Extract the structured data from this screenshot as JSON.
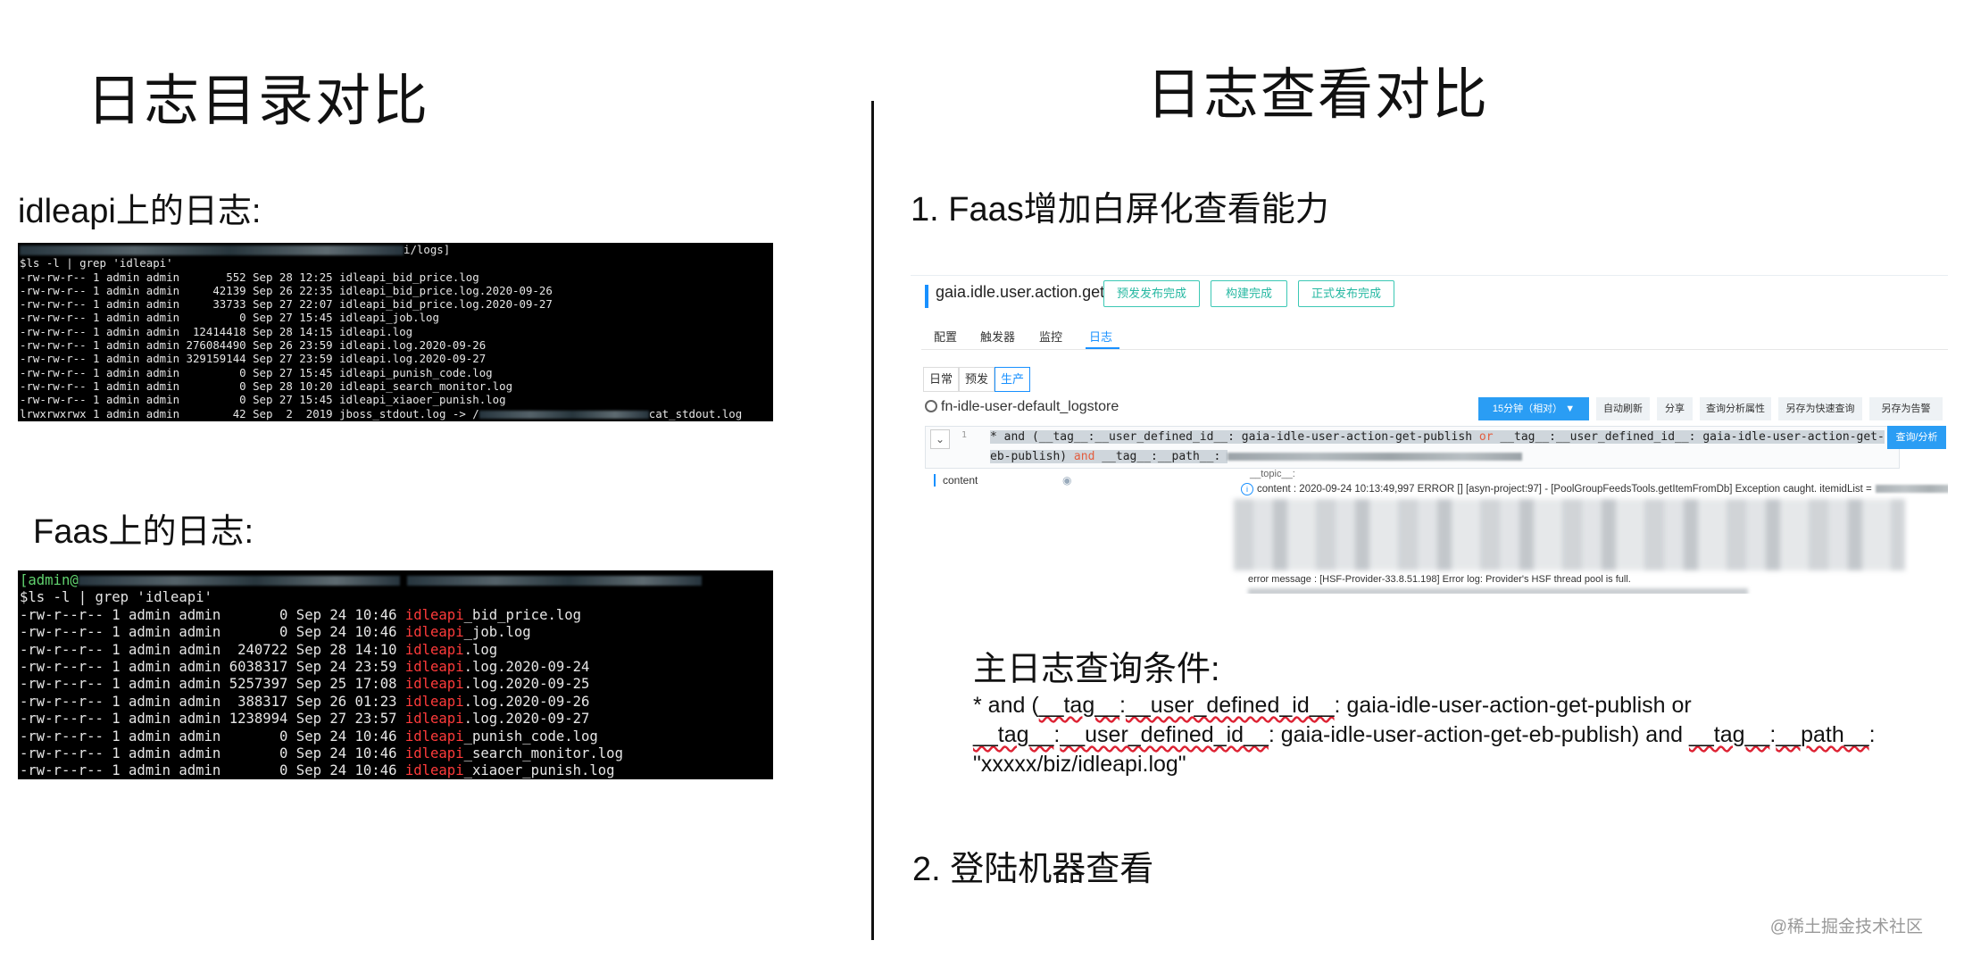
{
  "left": {
    "title": "日志目录对比",
    "idleapi_heading": "idleapi上的日志:",
    "faas_heading": "Faas上的日志:",
    "terminal1": {
      "path_tail": "i/logs]",
      "command": "$ls -l | grep 'idleapi'",
      "rows": [
        "-rw-rw-r-- 1 admin admin       552 Sep 28 12:25 idleapi_bid_price.log",
        "-rw-rw-r-- 1 admin admin     42139 Sep 26 22:35 idleapi_bid_price.log.2020-09-26",
        "-rw-rw-r-- 1 admin admin     33733 Sep 27 22:07 idleapi_bid_price.log.2020-09-27",
        "-rw-rw-r-- 1 admin admin         0 Sep 27 15:45 idleapi_job.log",
        "-rw-rw-r-- 1 admin admin  12414418 Sep 28 14:15 idleapi.log",
        "-rw-rw-r-- 1 admin admin 276084490 Sep 26 23:59 idleapi.log.2020-09-26",
        "-rw-rw-r-- 1 admin admin 329159144 Sep 27 23:59 idleapi.log.2020-09-27",
        "-rw-rw-r-- 1 admin admin         0 Sep 27 15:45 idleapi_punish_code.log",
        "-rw-rw-r-- 1 admin admin         0 Sep 28 10:20 idleapi_search_monitor.log",
        "-rw-rw-r-- 1 admin admin         0 Sep 27 15:45 idleapi_xiaoer_punish.log"
      ],
      "symlink_prefix": "lrwxrwxrwx 1 admin admin        42 Sep  2  2019 jboss_stdout.log -> /",
      "symlink_tail": "cat_stdout.log"
    },
    "terminal2": {
      "prompt_user": "[admin@",
      "command": "$ls -l | grep 'idleapi'",
      "rows": [
        {
          "meta": "-rw-r--r-- 1 admin admin       0 Sep 24 10:46 ",
          "name": "idleapi",
          "rest": "_bid_price.log"
        },
        {
          "meta": "-rw-r--r-- 1 admin admin       0 Sep 24 10:46 ",
          "name": "idleapi",
          "rest": "_job.log"
        },
        {
          "meta": "-rw-r--r-- 1 admin admin  240722 Sep 28 14:10 ",
          "name": "idleapi",
          "rest": ".log"
        },
        {
          "meta": "-rw-r--r-- 1 admin admin 6038317 Sep 24 23:59 ",
          "name": "idleapi",
          "rest": ".log.2020-09-24"
        },
        {
          "meta": "-rw-r--r-- 1 admin admin 5257397 Sep 25 17:08 ",
          "name": "idleapi",
          "rest": ".log.2020-09-25"
        },
        {
          "meta": "-rw-r--r-- 1 admin admin  388317 Sep 26 01:23 ",
          "name": "idleapi",
          "rest": ".log.2020-09-26"
        },
        {
          "meta": "-rw-r--r-- 1 admin admin 1238994 Sep 27 23:57 ",
          "name": "idleapi",
          "rest": ".log.2020-09-27"
        },
        {
          "meta": "-rw-r--r-- 1 admin admin       0 Sep 24 10:46 ",
          "name": "idleapi",
          "rest": "_punish_code.log"
        },
        {
          "meta": "-rw-r--r-- 1 admin admin       0 Sep 24 10:46 ",
          "name": "idleapi",
          "rest": "_search_monitor.log"
        },
        {
          "meta": "-rw-r--r-- 1 admin admin       0 Sep 24 10:46 ",
          "name": "idleapi",
          "rest": "_xiaoer_punish.log"
        }
      ]
    }
  },
  "right": {
    "title": "日志查看对比",
    "item1": "1. Faas增加白屏化查看能力",
    "console": {
      "title": "gaia.idle.user.action.get",
      "buttons": [
        "预发发布完成",
        "构建完成",
        "正式发布完成"
      ],
      "tabs": [
        "配置",
        "触发器",
        "监控",
        "日志"
      ],
      "env_tabs": [
        "日常",
        "预发",
        "生产"
      ],
      "logstore": "fn-idle-user-default_logstore",
      "time_range": "15分钟（相对）",
      "toolbar": [
        "自动刷新",
        "分享",
        "查询分析属性",
        "另存为快速查询",
        "另存为告警"
      ],
      "run_button": "查询/分析",
      "line_no": "1",
      "query_line1_a": "* and (__tag__:__user_defined_id__: gaia-idle-user-action-get-publish ",
      "query_or": "or",
      "query_line1_b": " __tag__:__user_defined_id__: gaia-idle-user-action-get-",
      "query_line2_a": "eb-publish) ",
      "query_and": "and",
      "query_line2_b": " __tag__:__path__: ",
      "field_label": "content",
      "topic": "__topic__:",
      "content_line": "content : 2020-09-24 10:13:49,997 ERROR [] [asyn-project:97] - [PoolGroupFeedsTools.getItemFromDb] Exception caught. itemidList =",
      "error_line": "error message : [HSF-Provider-33.8.51.198] Error log: Provider's HSF thread pool is full."
    },
    "query_title": "主日志查询条件:",
    "query_text": {
      "p1": "* and (",
      "u1": "__tag__",
      "p2": ":",
      "u2": "__user_defined_id__",
      "p3": ": gaia-idle-user-action-get-publish or ",
      "u3": "__tag__",
      "p4": ":",
      "u4": "__user_defined_id__",
      "p5": ": gaia-idle-user-action-get-eb-publish) and ",
      "u5": "__tag__",
      "p6": ":",
      "u6": "__path__",
      "p7": ": \"xxxxx/biz/idleapi.log\""
    },
    "item2": "2. 登陆机器查看"
  },
  "watermark": "@稀土掘金技术社区"
}
